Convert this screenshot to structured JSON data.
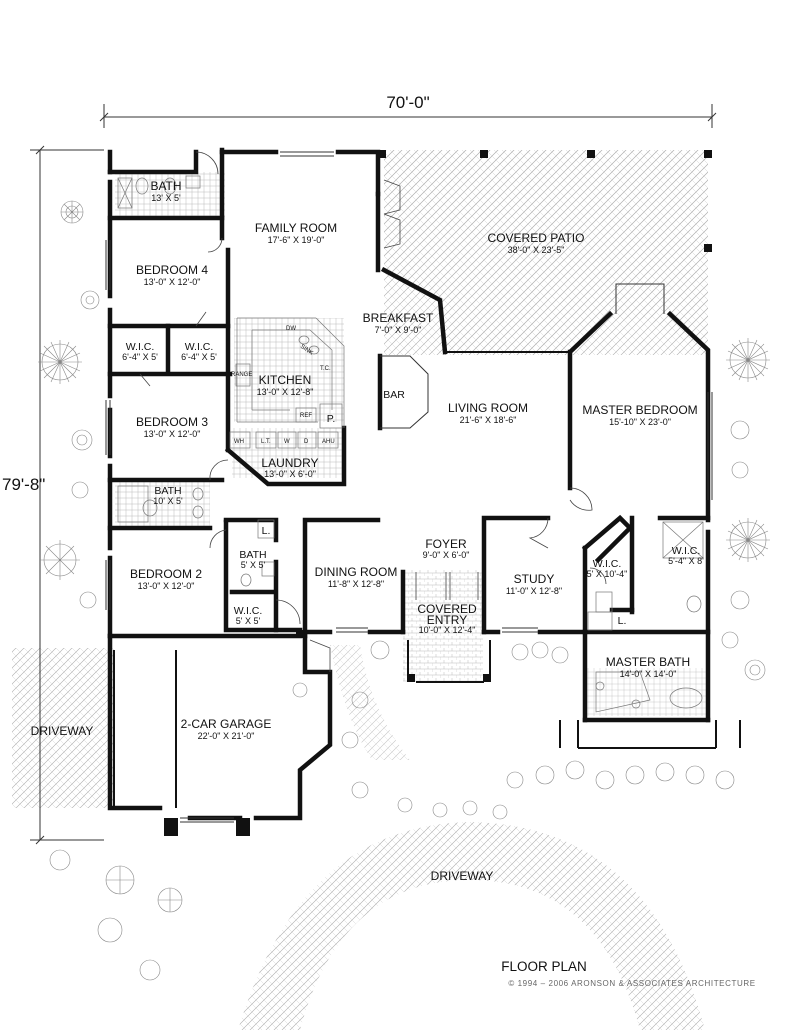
{
  "plan": {
    "overall_width": "70'-0\"",
    "overall_depth": "79'-8\"",
    "title": "FLOOR PLAN",
    "copyright": "© 1994 – 2006 ARONSON & ASSOCIATES ARCHITECTURE"
  },
  "rooms": {
    "bath1": {
      "name": "BATH",
      "dim": "13' X 5'"
    },
    "family": {
      "name": "FAMILY ROOM",
      "dim": "17'-6\" X 19'-0\""
    },
    "patio": {
      "name": "COVERED PATIO",
      "dim": "38'-0\" X 23'-5\""
    },
    "bedroom4": {
      "name": "BEDROOM 4",
      "dim": "13'-0\" X 12'-0\""
    },
    "breakfast": {
      "name": "BREAKFAST",
      "dim": "7'-0\" X 9'-0\""
    },
    "wic1": {
      "name": "W.I.C.",
      "dim": "6'-4\" X 5'"
    },
    "wic2": {
      "name": "W.I.C.",
      "dim": "6'-4\" X 5'"
    },
    "kitchen": {
      "name": "KITCHEN",
      "dim": "13'-0\" X 12'-8\""
    },
    "bar": {
      "name": "BAR"
    },
    "living": {
      "name": "LIVING ROOM",
      "dim": "21'-6\" X 18'-6\""
    },
    "master": {
      "name": "MASTER BEDROOM",
      "dim": "15'-10\" X 23'-0\""
    },
    "bedroom3": {
      "name": "BEDROOM 3",
      "dim": "13'-0\" X 12'-0\""
    },
    "laundry": {
      "name": "LAUNDRY",
      "dim": "13'-0\" X 6'-0\""
    },
    "bath2": {
      "name": "BATH",
      "dim": "10' X 5'"
    },
    "foyer": {
      "name": "FOYER",
      "dim": "9'-0\" X 6'-0\""
    },
    "bath3": {
      "name": "BATH",
      "dim": "5' X 5'"
    },
    "wic3": {
      "name": "W.I.C.",
      "dim": "5' X 10'-4\""
    },
    "wic4": {
      "name": "W.I.C.",
      "dim": "5'-4\" X 8'"
    },
    "bedroom2": {
      "name": "BEDROOM 2",
      "dim": "13'-0\" X 12'-0\""
    },
    "dining": {
      "name": "DINING ROOM",
      "dim": "11'-8\" X 12'-8\""
    },
    "study": {
      "name": "STUDY",
      "dim": "11'-0\" X 12'-8\""
    },
    "entry": {
      "name1": "COVERED",
      "name2": "ENTRY",
      "dim": "10'-0\" X 12'-4\""
    },
    "wic5": {
      "name": "W.I.C.",
      "dim": "5' X 5'"
    },
    "masterbath": {
      "name": "MASTER BATH",
      "dim": "14'-0\" X 14'-0\""
    },
    "garage": {
      "name": "2-CAR GARAGE",
      "dim": "22'-0\" X 21'-0\""
    },
    "driveway_left": {
      "name": "DRIVEWAY"
    },
    "driveway_front": {
      "name": "DRIVEWAY"
    }
  },
  "fixtures": {
    "dw": "DW",
    "sink": "SINK",
    "tc": "T.C.",
    "range": "RANGE",
    "ref": "REF",
    "pantry": "P.",
    "wh": "WH",
    "lt": "L.T.",
    "w": "W",
    "d": "D",
    "ahu": "AHU",
    "linen1": "L.",
    "linen2": "L."
  }
}
